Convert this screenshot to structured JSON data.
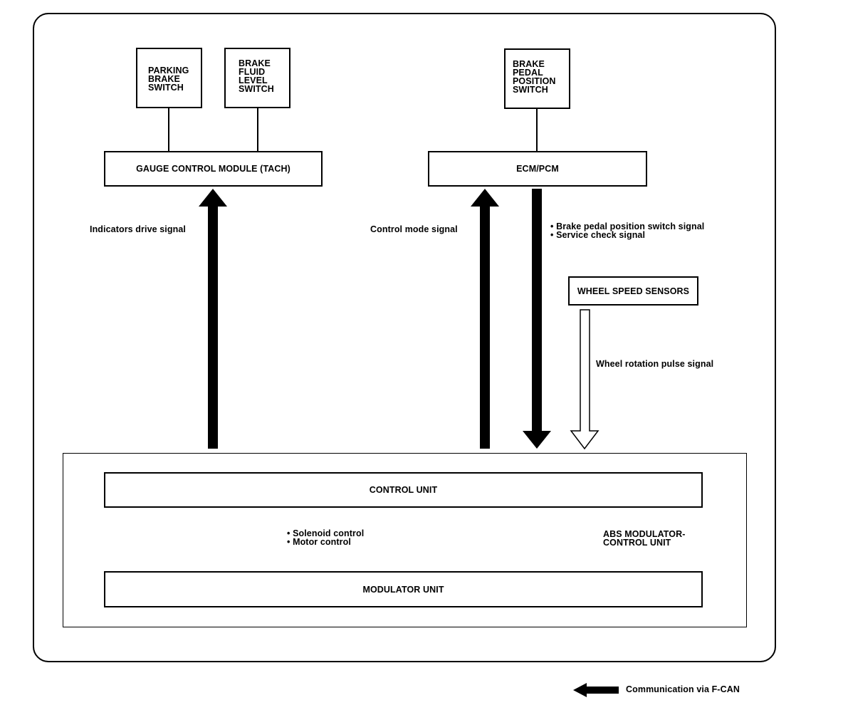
{
  "boxes": {
    "parking_brake_switch": "PARKING\nBRAKE\nSWITCH",
    "brake_fluid_level_switch": "BRAKE\nFLUID\nLEVEL\nSWITCH",
    "brake_pedal_position_switch": "BRAKE\nPEDAL\nPOSITION\nSWITCH",
    "gauge_control_module": "GAUGE CONTROL MODULE (TACH)",
    "ecm_pcm": "ECM/PCM",
    "wheel_speed_sensors": "WHEEL SPEED SENSORS",
    "control_unit": "CONTROL UNIT",
    "modulator_unit": "MODULATOR UNIT"
  },
  "signals": {
    "indicators_drive": "Indicators drive signal",
    "control_mode": "Control mode signal",
    "ecm_to_abs": [
      "Brake pedal position switch signal",
      "Service check signal"
    ],
    "wheel_rotation": "Wheel rotation pulse signal",
    "internal": [
      "Solenoid control",
      "Motor control"
    ]
  },
  "abs_modulator_label": "ABS MODULATOR-\nCONTROL UNIT",
  "legend": {
    "communication": "Communication via F-CAN"
  },
  "bullet": "•"
}
